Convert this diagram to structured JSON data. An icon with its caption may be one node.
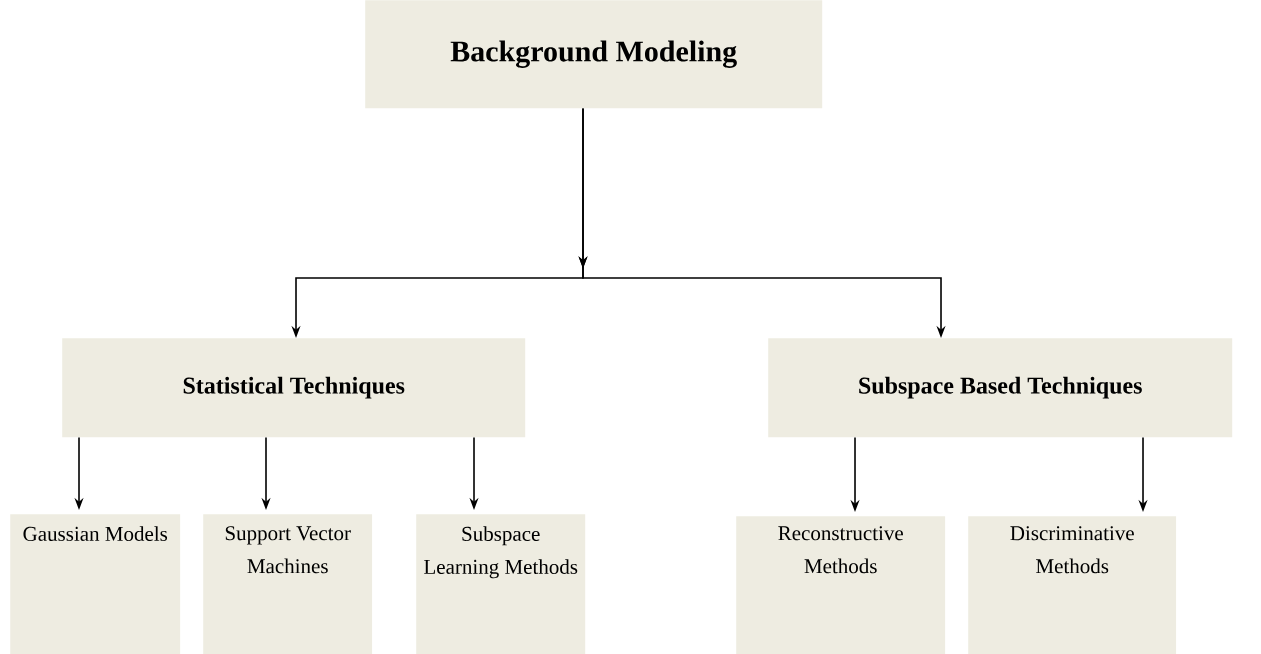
{
  "diagram": {
    "nodes": [
      {
        "text": [
          "Background Modeling"
        ]
      },
      {
        "text": [
          "Statistical Techniques"
        ]
      },
      {
        "text": [
          "Subspace Based Techniques"
        ]
      },
      {
        "text": [
          "Gaussian Models"
        ]
      },
      {
        "text": [
          "Support Vector Machines"
        ]
      },
      {
        "text": [
          "Subspace Learning Methods"
        ]
      },
      {
        "text": [
          "Reconstructive Methods"
        ]
      },
      {
        "text": [
          "Discriminative Methods"
        ]
      }
    ],
    "edges": [
      {
        "from": 0,
        "to": 1,
        "arrow": "to"
      },
      {
        "from": 0,
        "to": 2,
        "arrow": "to"
      },
      {
        "from": 1,
        "to": 3,
        "arrow": "to"
      },
      {
        "from": 1,
        "to": 4,
        "arrow": "to"
      },
      {
        "from": 1,
        "to": 5,
        "arrow": "to"
      },
      {
        "from": 2,
        "to": 6,
        "arrow": "to"
      },
      {
        "from": 2,
        "to": 7,
        "arrow": "to"
      }
    ]
  }
}
